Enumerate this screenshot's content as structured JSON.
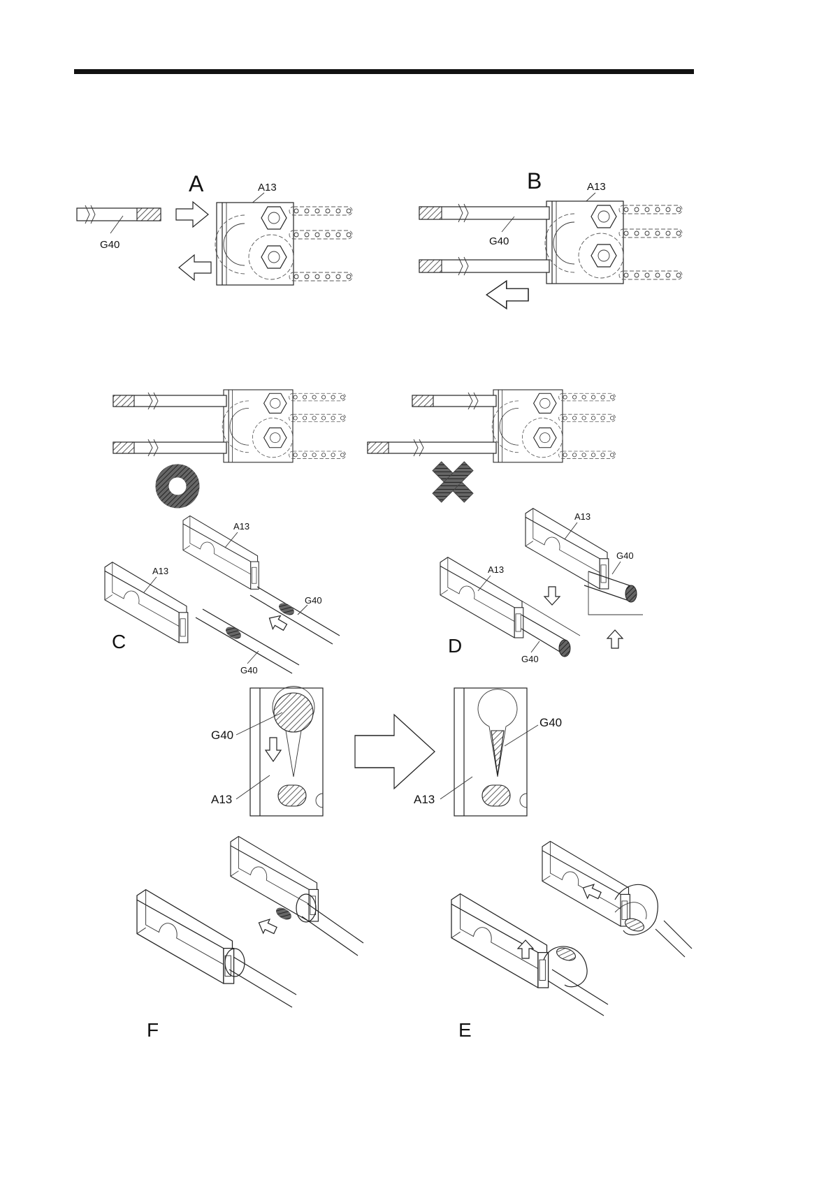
{
  "panels": {
    "A": "A",
    "B": "B",
    "C": "C",
    "D": "D",
    "E": "E",
    "F": "F"
  },
  "parts": {
    "bracket": "A13",
    "rod": "G40"
  },
  "symbols": {
    "correct": "correct-circle-icon",
    "incorrect": "cross-icon"
  },
  "colors": {
    "line": "#222222",
    "symbol": "#555555"
  }
}
